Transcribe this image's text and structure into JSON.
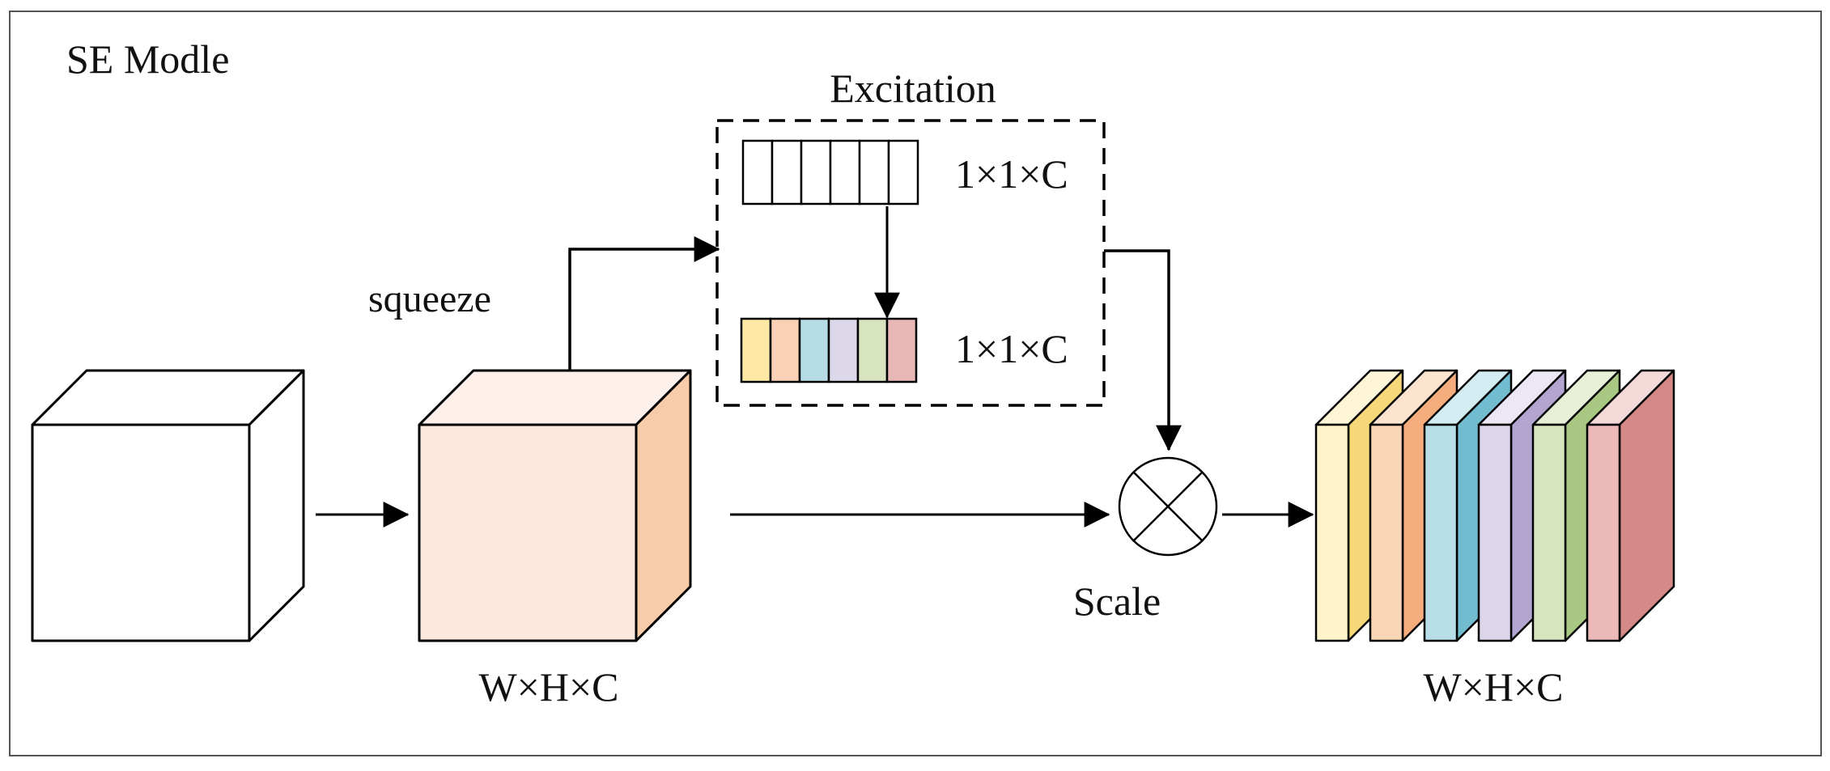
{
  "title": "SE Modle",
  "labels": {
    "squeeze": "squeeze",
    "excitation": "Excitation",
    "scale": "Scale",
    "vector_top": "1×1×C",
    "vector_bottom": "1×1×C",
    "feature_map_dims": "W×H×C",
    "output_dims": "W×H×C"
  },
  "channel_colors": {
    "vector_cells": [
      "#fde8a5",
      "#fbd1b5",
      "#b6dde6",
      "#ddd7ea",
      "#d7e4bf",
      "#e8b8b7"
    ],
    "output_slabs": [
      {
        "front": "#fff3c9",
        "side": "#f7d878",
        "top": "#fef6d6"
      },
      {
        "front": "#fbd6b6",
        "side": "#f6ad7e",
        "top": "#fde4cf"
      },
      {
        "front": "#b7dfe9",
        "side": "#72bcd0",
        "top": "#d3ecf2"
      },
      {
        "front": "#ddd6ea",
        "side": "#b2a6d0",
        "top": "#ece7f4"
      },
      {
        "front": "#d8e6c0",
        "side": "#a9c884",
        "top": "#e7f0d6"
      },
      {
        "front": "#eab9b8",
        "side": "#d58a87",
        "top": "#f3d9d8"
      }
    ]
  },
  "colors": {
    "cube_input": "#ffffff",
    "cube_mid_front": "#fce9dc",
    "cube_mid_side": "#f8cba9",
    "cube_mid_top": "#fdf0ea"
  }
}
